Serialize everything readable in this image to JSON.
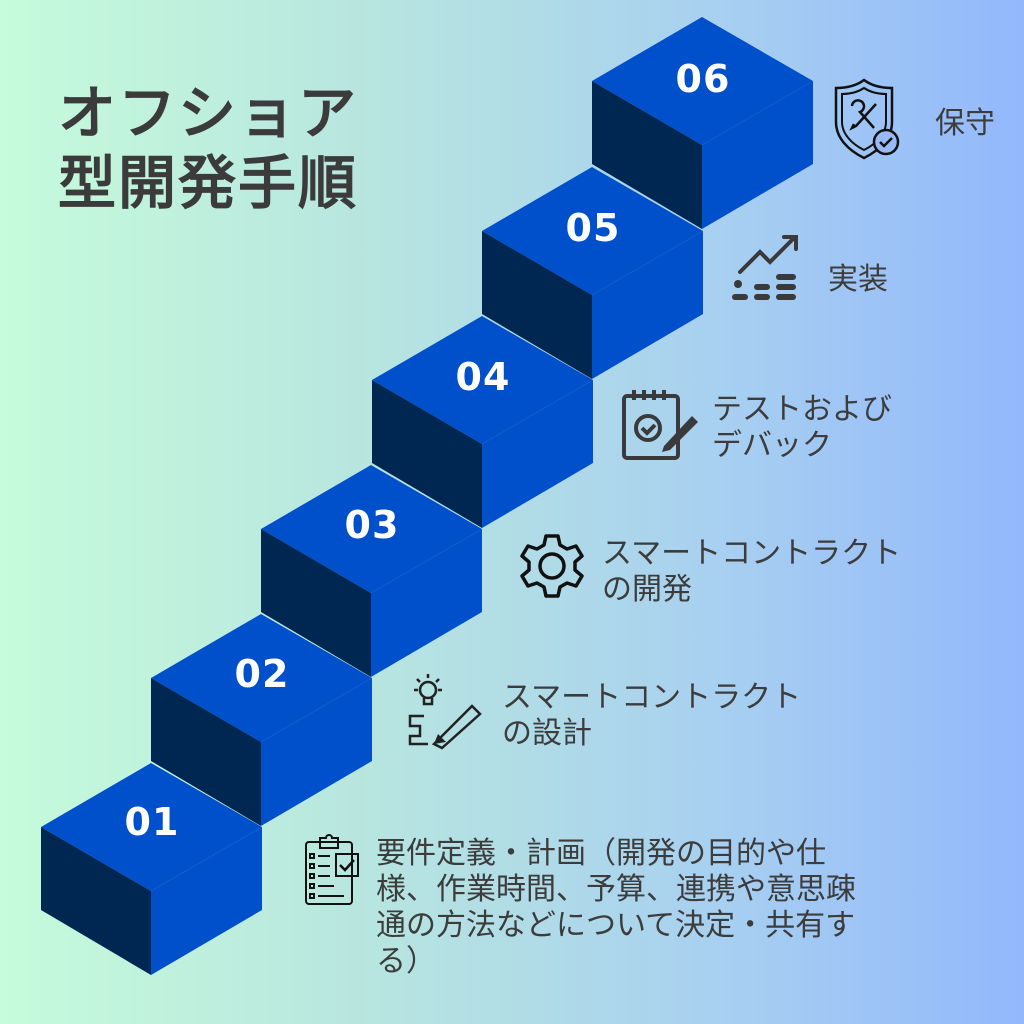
{
  "title": {
    "line1": "オフショア",
    "line2": "型開発手順"
  },
  "colors": {
    "step_top": "#0050cc",
    "step_front_dark": "#002652",
    "text": "#3c3c3c",
    "bg_left": "#c6fbdb",
    "bg_right": "#93b8fc"
  },
  "steps": [
    {
      "number": "01",
      "label": "要件定義・計画（開発の目的や仕様、作業時間、予算、連携や意思疎通の方法などについて決定・共有する）",
      "icon": "clipboard-checklist-icon"
    },
    {
      "number": "02",
      "label": "スマートコントラクトの設計",
      "icon": "lightbulb-pencil-icon"
    },
    {
      "number": "03",
      "label": "スマートコントラクトの開発",
      "icon": "gear-icon"
    },
    {
      "number": "04",
      "label": "テストおよびデバック",
      "icon": "notepad-check-pencil-icon"
    },
    {
      "number": "05",
      "label": "実装",
      "icon": "growth-chart-icon"
    },
    {
      "number": "06",
      "label": "保守",
      "icon": "shield-tools-check-icon"
    }
  ],
  "labels_wrapped": {
    "s1": [
      "要件定義・計画（開発の目的や仕",
      "様、作業時間、予算、連携や意思疎",
      "通の方法などについて決定・共有す",
      "る）"
    ],
    "s2": [
      "スマートコントラクト",
      "の設計"
    ],
    "s3": [
      "スマートコントラクト",
      "の開発"
    ],
    "s4": [
      "テストおよび",
      "デバック"
    ],
    "s5": [
      "実装"
    ],
    "s6": [
      "保守"
    ]
  }
}
